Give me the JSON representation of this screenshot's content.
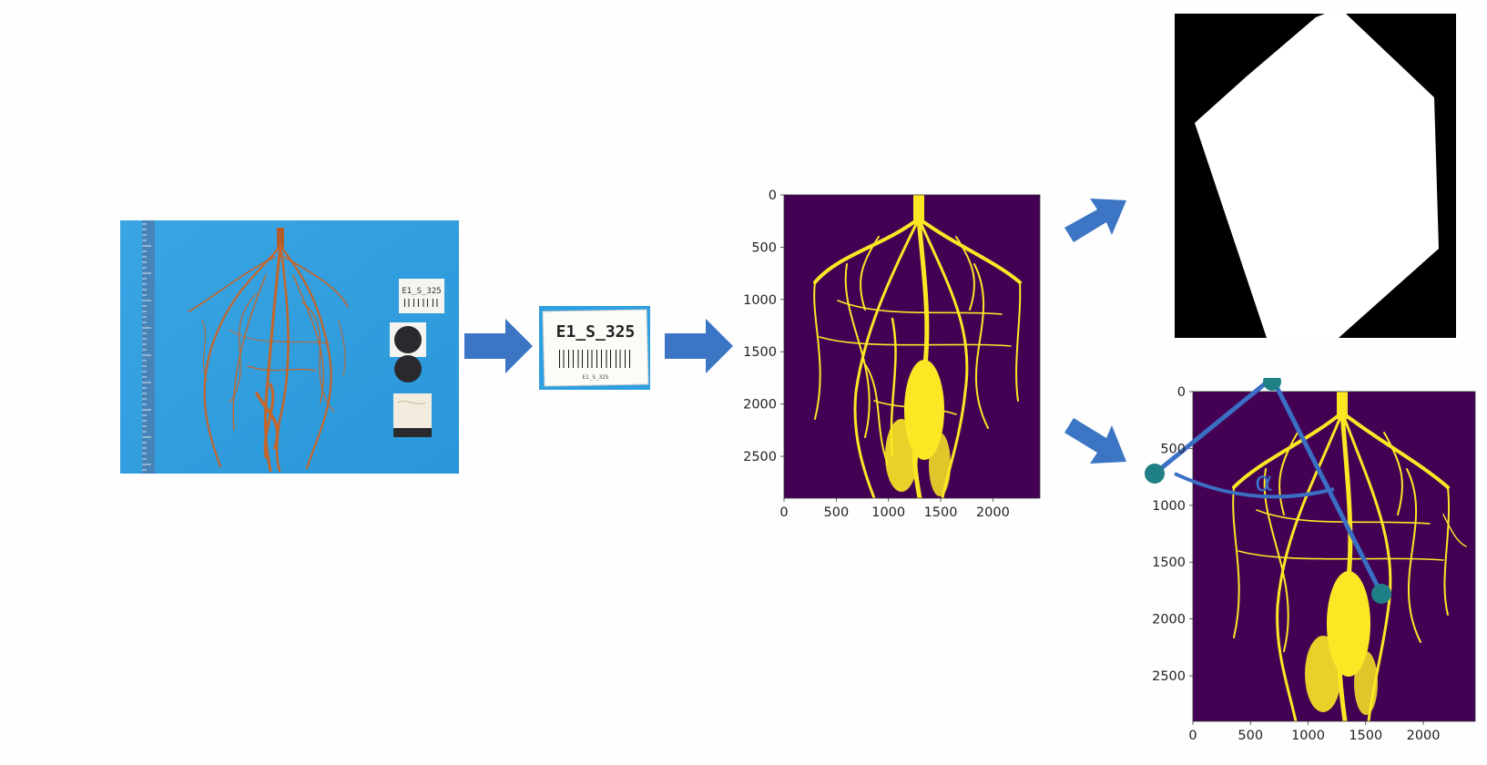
{
  "photo": {
    "tag_text": "E1_S_325"
  },
  "label_crop": {
    "tag_text": "E1_S_325",
    "small_text": "E1_S_325"
  },
  "mask_plot": {
    "x_ticks": [
      "0",
      "500",
      "1000",
      "1500",
      "2000"
    ],
    "y_ticks": [
      "0",
      "500",
      "1000",
      "1500",
      "2000",
      "2500"
    ]
  },
  "angle_plot": {
    "x_ticks": [
      "0",
      "500",
      "1000",
      "1500",
      "2000"
    ],
    "y_ticks": [
      "0",
      "500",
      "1000",
      "1500",
      "2000",
      "2500"
    ],
    "angle_symbol": "α"
  },
  "colors": {
    "arrow": "#3b75c4",
    "plot_bg": "#440154",
    "root_fill": "#fde725",
    "blue_tape": "#2e9fe0",
    "angle_line": "#3a6fc4",
    "endpoint": "#1f7f86"
  }
}
